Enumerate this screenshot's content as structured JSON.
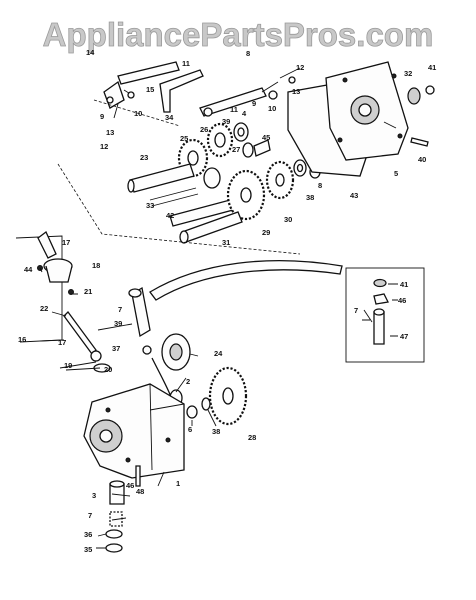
{
  "watermark": "AppliancePartsPros.com",
  "callouts": {
    "c1": "1",
    "c2": "2",
    "c3": "3",
    "c4": "4",
    "c5": "5",
    "c6": "6",
    "c7a": "7",
    "c7b": "7",
    "c7c": "7",
    "c8a": "8",
    "c8b": "8",
    "c9a": "9",
    "c9b": "9",
    "c10a": "10",
    "c10b": "10",
    "c11a": "11",
    "c11b": "11",
    "c12a": "12",
    "c12b": "12",
    "c13a": "13",
    "c13b": "13",
    "c14": "14",
    "c15": "15",
    "c16": "16",
    "c17a": "17",
    "c17b": "17",
    "c18": "18",
    "c19": "19",
    "c20": "20",
    "c21": "21",
    "c22": "22",
    "c23": "23",
    "c24": "24",
    "c25": "25",
    "c26": "26",
    "c27": "27",
    "c28": "28",
    "c29": "29",
    "c30": "30",
    "c31": "31",
    "c32": "32",
    "c33": "33",
    "c34": "34",
    "c35": "35",
    "c36": "36",
    "c37": "37",
    "c38a": "38",
    "c38b": "38",
    "c39a": "39",
    "c39b": "39",
    "c40": "40",
    "c41a": "41",
    "c41b": "41",
    "c42": "42",
    "c43": "43",
    "c44": "44",
    "c45": "45",
    "c46": "46",
    "c47": "47",
    "c48": "48"
  }
}
